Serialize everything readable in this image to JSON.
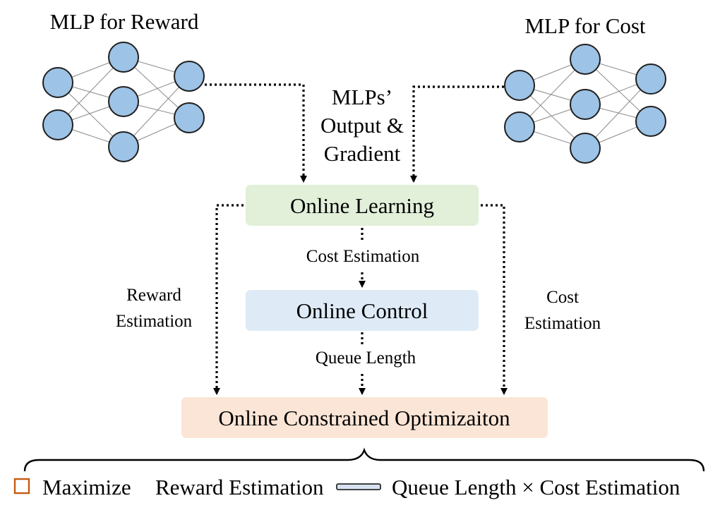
{
  "colors": {
    "node_fill": "#9dc3e6",
    "learning_box": "#e2efd9",
    "control_box": "#deebf7",
    "optimization_box": "#fbe5d6",
    "accent": "#c55a11",
    "equal_sign_fill": "#d9e2f3"
  },
  "networks": {
    "reward_title": "MLP for Reward",
    "cost_title": "MLP for Cost"
  },
  "center_label": {
    "line1": "MLPs’",
    "line2": "Output &",
    "line3": "Gradient"
  },
  "boxes": {
    "online_learning": "Online Learning",
    "online_control": "Online Control",
    "online_optimization": "Online Constrained Optimizaiton"
  },
  "edge_labels": {
    "cost_estimation_center": "Cost Estimation",
    "queue_length": "Queue Length",
    "reward_estimation_line1": "Reward",
    "reward_estimation_line2": "Estimation",
    "cost_estimation_right_line1": "Cost",
    "cost_estimation_right_line2": "Estimation"
  },
  "objective": {
    "checkbox_icon": "square-checkbox-icon",
    "keyword": "Maximize",
    "reward_term": "Reward Estimation",
    "operator_icon": "equal-bar-icon",
    "constraint_term": "Queue Length × Cost Estimation"
  }
}
